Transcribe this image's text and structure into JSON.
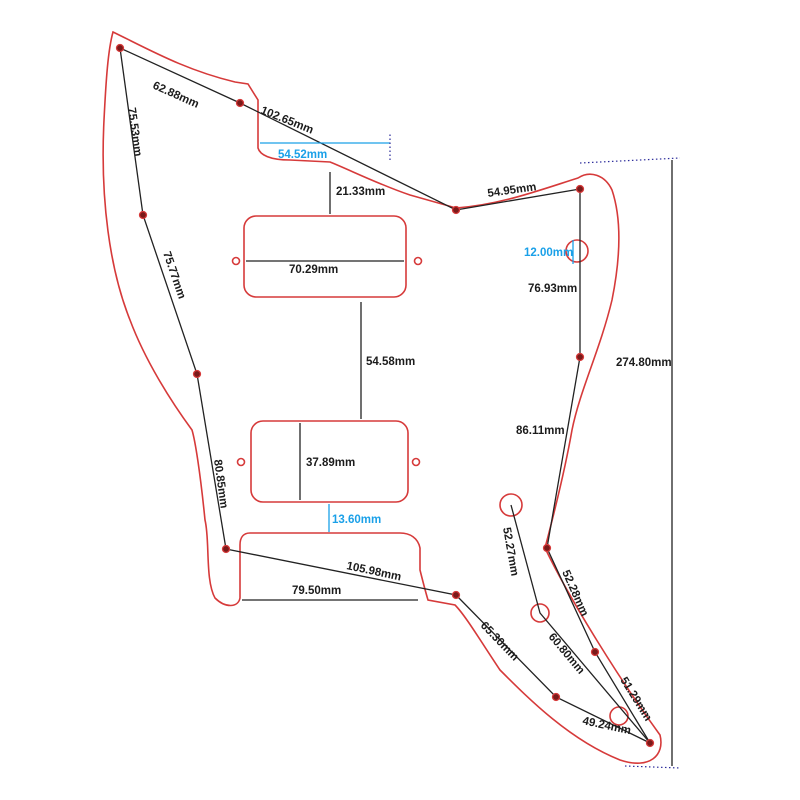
{
  "colors": {
    "outline": "#d63a3a",
    "dimension": "#222222",
    "highlight": "#1aa0e8",
    "guide": "#2a2a9a"
  },
  "labels": {
    "d1": "62.88mm",
    "d2": "102.65mm",
    "d3": "54.52mm",
    "d4": "75.53mm",
    "d5": "21.33mm",
    "d6": "54.95mm",
    "d7": "12.00mm",
    "d8": "70.29mm",
    "d9": "75.77mm",
    "d10": "76.93mm",
    "d11": "274.80mm",
    "d12": "54.58mm",
    "d13": "86.11mm",
    "d14": "37.89mm",
    "d15": "80.85mm",
    "d16": "13.60mm",
    "d17": "52.27mm",
    "d18": "105.98mm",
    "d19": "52.28mm",
    "d20": "79.50mm",
    "d21": "65.30mm",
    "d22": "60.80mm",
    "d23": "51.29mm",
    "d24": "49.24mm"
  }
}
